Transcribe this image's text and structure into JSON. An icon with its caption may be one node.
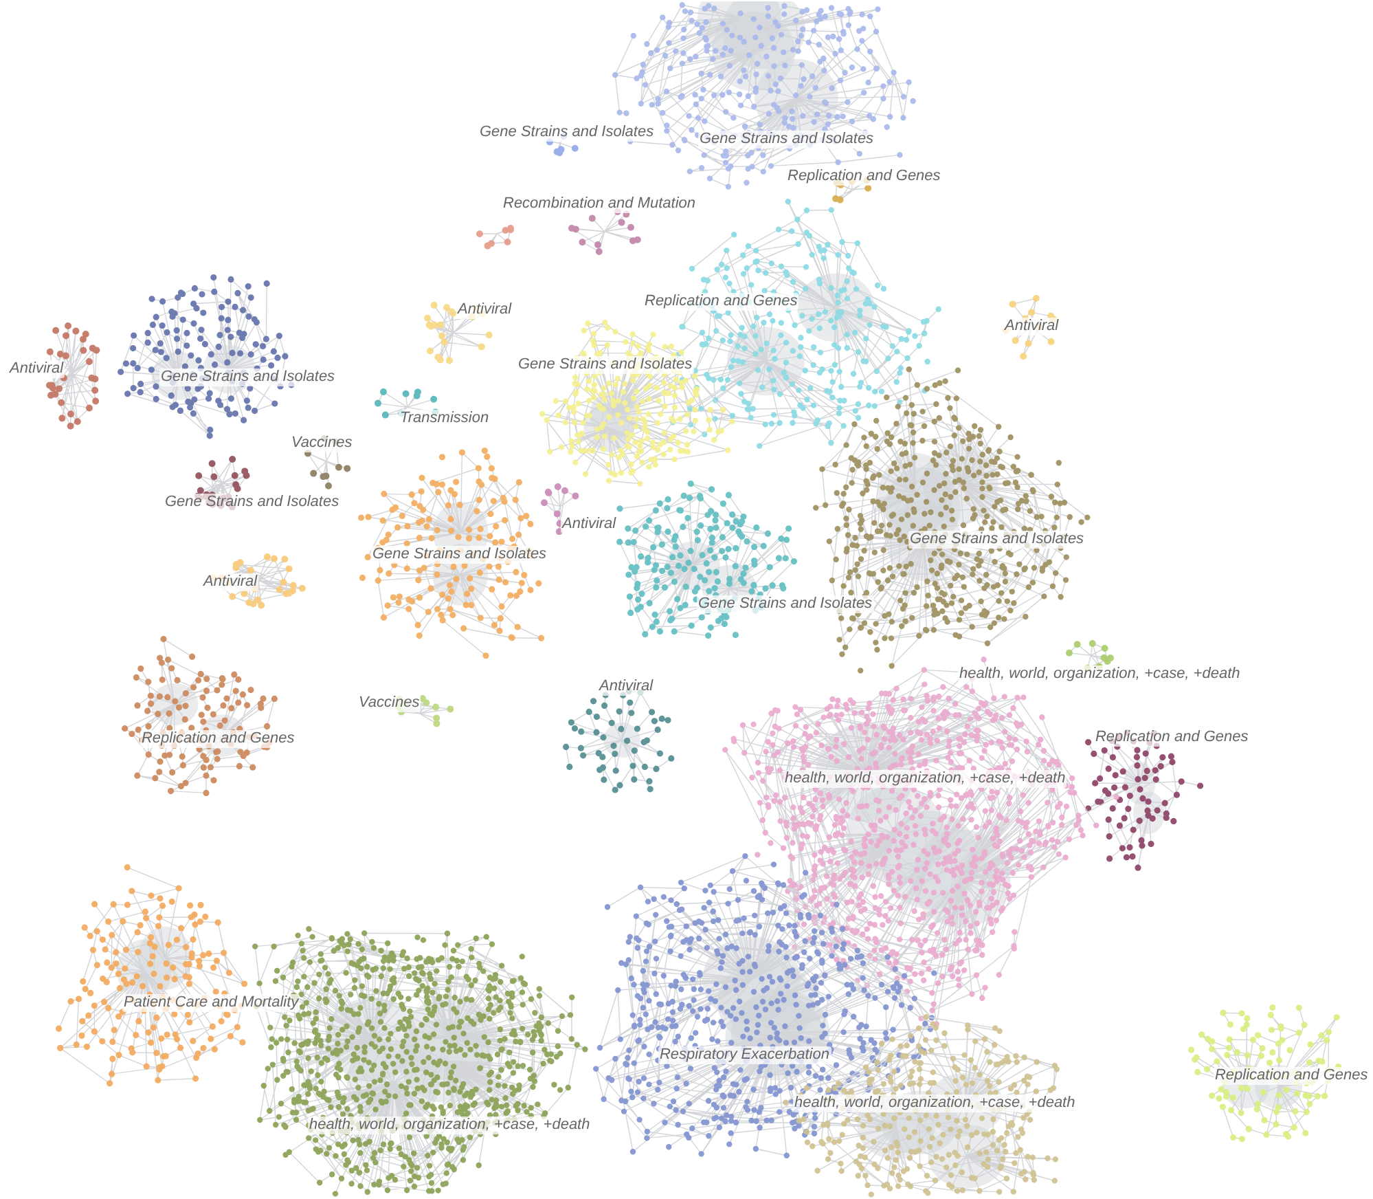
{
  "diagram": {
    "nodes": [
      {
        "text": [
          "Gene Strains and Isolates"
        ]
      },
      {
        "text": [
          "Gene Strains and Isolates"
        ]
      },
      {
        "text": [
          "Replication and Genes"
        ]
      },
      {
        "text": [
          "Recombination and Mutation"
        ]
      },
      {
        "text": [],
        "shape": "cluster"
      },
      {
        "text": [
          "Replication and Genes"
        ]
      },
      {
        "text": [
          "Antiviral"
        ]
      },
      {
        "text": [
          "Antiviral"
        ]
      },
      {
        "text": [
          "Gene Strains and Isolates"
        ]
      },
      {
        "text": [
          "Antiviral"
        ]
      },
      {
        "text": [
          "Gene Strains and Isolates"
        ]
      },
      {
        "text": [
          "Transmission"
        ]
      },
      {
        "text": [
          "Vaccines"
        ]
      },
      {
        "text": [
          "Gene Strains and Isolates"
        ]
      },
      {
        "text": [
          "Antiviral"
        ]
      },
      {
        "text": [
          "Gene Strains and Isolates"
        ]
      },
      {
        "text": [
          "Gene Strains and Isolates"
        ]
      },
      {
        "text": [
          "Antiviral"
        ]
      },
      {
        "text": [
          "Gene Strains and Isolates"
        ]
      },
      {
        "text": [
          "health, world, organization, +case, +death"
        ]
      },
      {
        "text": [
          "Antiviral"
        ]
      },
      {
        "text": [
          "Vaccines"
        ]
      },
      {
        "text": [
          "Replication and Genes"
        ]
      },
      {
        "text": [
          "Replication and Genes"
        ]
      },
      {
        "text": [
          "health, world, organization, +case, +death"
        ]
      },
      {
        "text": [
          "Patient Care and Mortality"
        ]
      },
      {
        "text": [
          "Respiratory Exacerbation"
        ]
      },
      {
        "text": [
          "Replication and Genes"
        ]
      },
      {
        "text": [
          "health, world, organization, +case, +death"
        ]
      },
      {
        "text": [
          "health, world, organization, +case, +death"
        ]
      }
    ]
  }
}
